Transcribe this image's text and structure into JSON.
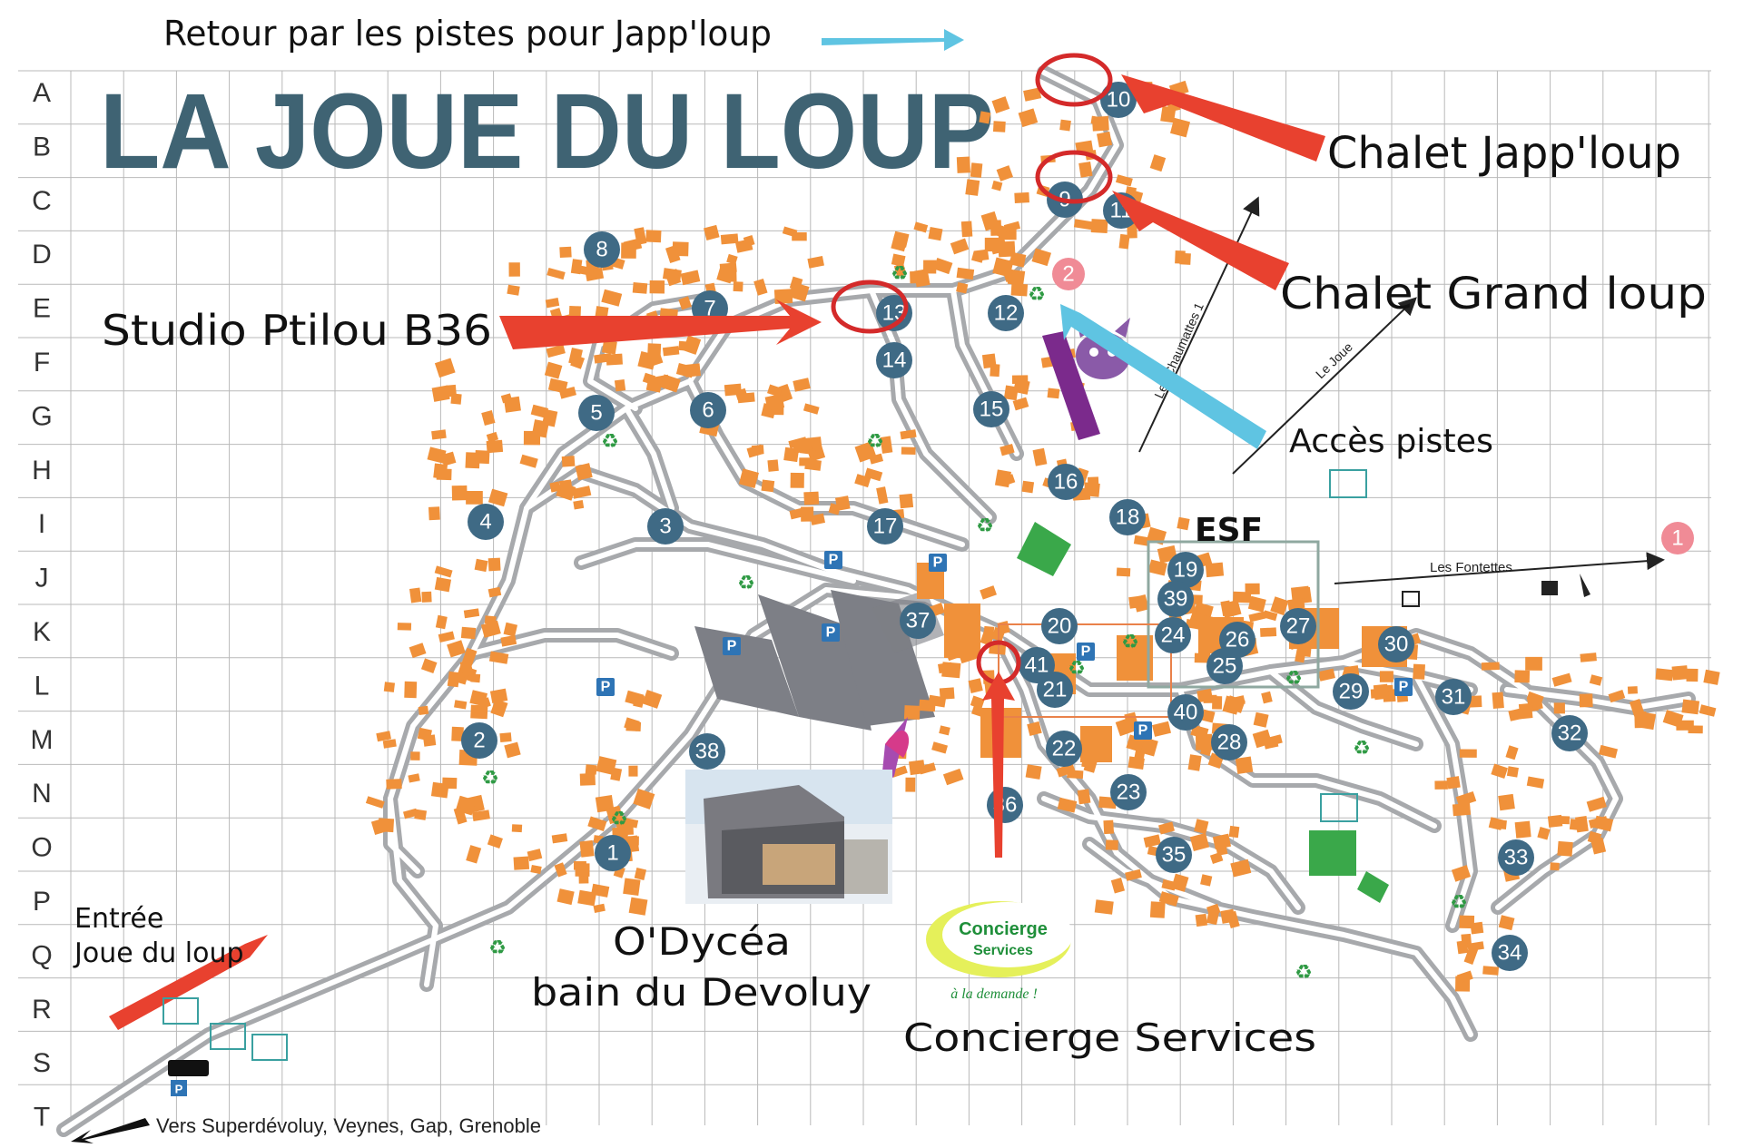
{
  "map_title": "LA JOUE DU LOUP",
  "header_note": "Retour par les pistes pour Japp'loup",
  "grid_rows": [
    "A",
    "B",
    "C",
    "D",
    "E",
    "F",
    "G",
    "H",
    "I",
    "J",
    "K",
    "L",
    "M",
    "N",
    "O",
    "P",
    "Q",
    "R",
    "S",
    "T"
  ],
  "callouts": {
    "chalet_japploup": "Chalet Japp'loup",
    "chalet_grand_loup": "Chalet Grand loup",
    "studio_ptilou": "Studio Ptilou B36",
    "acces_pistes": "Accès pistes",
    "esf": "ESF",
    "concierge_services": "Concierge Services",
    "odycea_line1": "O'Dycéa",
    "odycea_line2": "bain du Devoluy",
    "entree_line1": "Entrée",
    "entree_line2": "Joue du loup",
    "vers": "Vers Superdévoluy, Veynes, Gap, Grenoble"
  },
  "piste_labels": {
    "chaumattes": "Les Chaumattes 1",
    "joue": "Le Joue",
    "fontettes": "Les Fontettes"
  },
  "concierge_logo": {
    "word1": "Concierge",
    "word2": "Services",
    "tagline": "à la demande !"
  },
  "markers": [
    "1",
    "2",
    "3",
    "4",
    "5",
    "6",
    "7",
    "8",
    "9",
    "10",
    "11",
    "12",
    "13",
    "14",
    "15",
    "16",
    "17",
    "18",
    "19",
    "20",
    "21",
    "22",
    "23",
    "24",
    "25",
    "26",
    "27",
    "28",
    "29",
    "30",
    "31",
    "32",
    "33",
    "34",
    "35",
    "36",
    "37",
    "38",
    "39",
    "40",
    "41"
  ],
  "lift_markers": [
    "1",
    "2"
  ],
  "parking_label": "P",
  "colors": {
    "title": "#3f6373",
    "marker": "#3f6a85",
    "building": "#f0913a",
    "road": "#a7a9ac",
    "red_arrow": "#e8412f",
    "blue_arrow": "#5fc4e2",
    "purple": "#7b2a8c",
    "parking": "#2e74b5",
    "recycle": "#2f9a44"
  }
}
